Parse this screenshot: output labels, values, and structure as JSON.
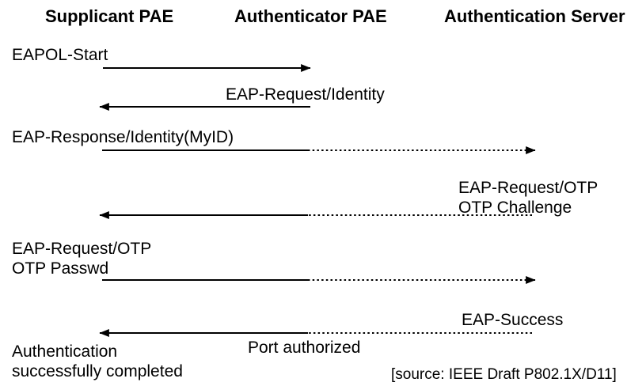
{
  "diagram": {
    "columns": [
      {
        "label": "Supplicant PAE"
      },
      {
        "label": "Authenticator PAE"
      },
      {
        "label": "Authentication Server"
      }
    ],
    "messages": {
      "eapol_start": {
        "label": "EAPOL-Start",
        "direction": "supplicant-to-authenticator",
        "line_style": "solid"
      },
      "eap_request_identity": {
        "label": "EAP-Request/Identity",
        "direction": "authenticator-to-supplicant",
        "line_style": "solid"
      },
      "eap_response_identity": {
        "label": "EAP-Response/Identity(MyID)",
        "direction": "supplicant-to-server",
        "line_style": "solid-then-dashed"
      },
      "eap_request_otp": {
        "line1": "EAP-Request/OTP",
        "line2": "OTP Challenge",
        "direction": "server-to-supplicant",
        "line_style": "dashed-then-solid"
      },
      "eap_response_otp": {
        "line1": "EAP-Request/OTP",
        "line2": "OTP Passwd",
        "direction": "supplicant-to-server",
        "line_style": "solid-then-dashed"
      },
      "eap_success": {
        "label": "EAP-Success",
        "direction": "server-to-supplicant",
        "line_style": "dashed-then-solid"
      },
      "port_authorized": {
        "label": "Port authorized"
      }
    },
    "footer": {
      "completion_line1": "Authentication",
      "completion_line2": "successfully completed",
      "source": "[source: IEEE Draft P802.1X/D11]"
    },
    "colors": {
      "foreground": "#000000",
      "background": "#ffffff"
    }
  }
}
